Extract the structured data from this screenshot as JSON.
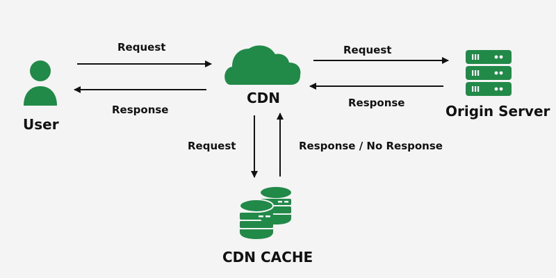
{
  "colors": {
    "accent": "#218a48",
    "arrow": "#111111",
    "background": "#f4f4f4",
    "text": "#111111"
  },
  "nodes": {
    "user": {
      "label": "User",
      "icon": "user-icon"
    },
    "cdn": {
      "label": "CDN",
      "icon": "cloud-icon"
    },
    "origin": {
      "label": "Origin Server",
      "icon": "server-icon"
    },
    "cache": {
      "label": "CDN CACHE",
      "icon": "database-icon"
    }
  },
  "edges": {
    "user_to_cdn": {
      "label": "Request",
      "from": "User",
      "to": "CDN"
    },
    "cdn_to_user": {
      "label": "Response",
      "from": "CDN",
      "to": "User"
    },
    "cdn_to_origin": {
      "label": "Request",
      "from": "CDN",
      "to": "Origin Server"
    },
    "origin_to_cdn": {
      "label": "Response",
      "from": "Origin Server",
      "to": "CDN"
    },
    "cdn_to_cache": {
      "label": "Request",
      "from": "CDN",
      "to": "CDN CACHE"
    },
    "cache_to_cdn": {
      "label": "Response / No Response",
      "from": "CDN CACHE",
      "to": "CDN"
    }
  }
}
